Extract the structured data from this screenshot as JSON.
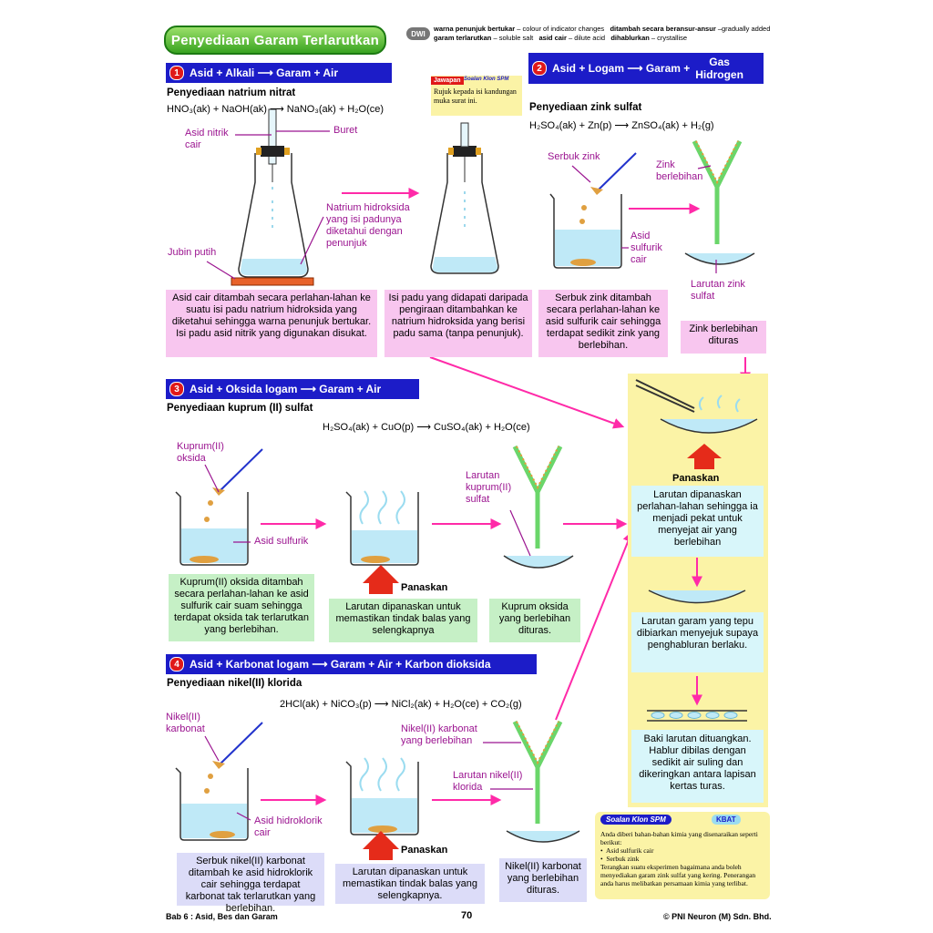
{
  "header": {
    "title": "Penyediaan Garam Terlarutkan",
    "dwi_badge": "DWI",
    "glossary_line1_bm1": "warna penunjuk bertukar",
    "glossary_line1_en1": " – colour of indicator changes",
    "glossary_line1_bm2": "ditambah secara beransur-ansur",
    "glossary_line1_en2": " –gradually added",
    "glossary_line2_bm1": "garam terlarutkan",
    "glossary_line2_en1": " – soluble salt",
    "glossary_line2_bm2": "asid cair",
    "glossary_line2_en2": " – dilute acid",
    "glossary_line2_bm3": "dihablurkan",
    "glossary_line2_en3": " – crystallise"
  },
  "section1": {
    "num": "1",
    "band": "Asid  +  Alkali  ⟶  Garam  +  Air",
    "heading": "Penyediaan natrium nitrat",
    "equation": "HNO₃(ak)   +   NaOH(ak)  ⟶  NaNO₃(ak)  +  H₂O(ce)",
    "label_acid": "Asid nitrik cair",
    "label_buret": "Buret",
    "label_tile": "Jubin putih",
    "label_naoh": "Natrium hidroksida yang isi padunya diketahui dengan penunjuk",
    "box1": "Asid cair ditambah secara perlahan-lahan ke suatu isi padu natrium hidroksida yang diketahui sehingga warna penunjuk bertukar. Isi padu asid nitrik yang digunakan disukat.",
    "box2": "Isi padu yang didapati daripada pengiraan ditambahkan ke natrium hidroksida yang berisi padu sama (tanpa penunjuk).",
    "jawapan_tag": "Jawapan",
    "jawapan_tag2": "Soalan Klon SPM",
    "jawapan_text": "Rujuk kepada isi kandungan muka surat ini."
  },
  "section2": {
    "num": "2",
    "band_left": "Asid  +  Logam  ⟶  Garam  +",
    "band_right1": "Gas",
    "band_right2": "Hidrogen",
    "heading": "Penyediaan zink sulfat",
    "equation": "H₂SO₄(ak)   +  Zn(p)  ⟶  ZnSO₄(ak)  +  H₂(g)",
    "label_zinc_powder": "Serbuk zink",
    "label_acid": "Asid sulfurik cair",
    "label_excess": "Zink berlebihan",
    "label_solution": "Larutan zink sulfat",
    "box1": "Serbuk zink ditambah secara perlahan-lahan ke asid sulfurik cair sehingga terdapat sedikit zink yang berlebihan.",
    "box2": "Zink berlebihan dituras"
  },
  "section3": {
    "num": "3",
    "band": "Asid  +  Oksida logam  ⟶  Garam  +  Air",
    "heading": "Penyediaan kuprum (II) sulfat",
    "equation": "H₂SO₄(ak)   +  CuO(p)  ⟶  CuSO₄(ak)  +  H₂O(ce)",
    "label_oxide": "Kuprum(II) oksida",
    "label_acid": "Asid sulfurik",
    "label_heat": "Panaskan",
    "label_solution": "Larutan kuprum(II) sulfat",
    "box1": "Kuprum(II) oksida ditambah secara perlahan-lahan ke asid sulfurik cair suam sehingga terdapat oksida tak terlarutkan yang berlebihan.",
    "box2": "Larutan dipanaskan untuk memastikan tindak balas yang selengkapnya",
    "box3": "Kuprum oksida yang berlebihan dituras."
  },
  "section4": {
    "num": "4",
    "band": "Asid  +  Karbonat logam  ⟶  Garam  +  Air  +  Karbon dioksida",
    "heading": "Penyediaan nikel(II) klorida",
    "equation": "2HCl(ak)   +  NiCO₃(p)  ⟶  NiCl₂(ak)  +  H₂O(ce)  +  CO₂(g)",
    "label_carbonate": "Nikel(II) karbonat",
    "label_acid": "Asid hidroklorik cair",
    "label_heat": "Panaskan",
    "label_excess": "Nikel(II) karbonat yang berlebihan",
    "label_solution": "Larutan nikel(II) klorida",
    "box1": "Serbuk nikel(II) karbonat ditambah ke asid hidroklorik cair sehingga terdapat karbonat tak terlarutkan yang berlebihan.",
    "box2": "Larutan dipanaskan untuk memastikan tindak balas yang selengkapnya.",
    "box3": "Nikel(II) karbonat yang berlebihan dituras."
  },
  "panel": {
    "label_heat": "Panaskan",
    "box1": "Larutan dipanaskan perlahan-lahan sehingga ia menjadi pekat untuk menyejat air yang berlebihan",
    "box2": "Larutan garam yang tepu dibiarkan menyejuk supaya penghabluran berlaku.",
    "box3": "Baki larutan dituangkan. Hablur dibilas dengan sedikit air suling dan dikeringkan antara lapisan kertas turas."
  },
  "klon": {
    "tag": "Soalan Klon SPM",
    "kbat": "KBAT",
    "intro": "Anda diberi bahan-bahan kimia yang disenaraikan seperti berikut:",
    "item1": "Asid sulfurik cair",
    "item2": "Serbuk zink",
    "question": "Terangkan suatu eksperimen bagaimana anda boleh menyediakan garam zink sulfat yang kering. Penerangan anda harus melibatkan persamaan kimia yang terlibat."
  },
  "footer": {
    "chapter": "Bab 6 : Asid, Bes dan Garam",
    "page": "70",
    "copyright": "© PNI Neuron (M) Sdn. Bhd."
  },
  "colors": {
    "band_blue": "#1c1cc8",
    "arrow_magenta": "#ff2aa8",
    "label_purple": "#9b1490",
    "water": "#bfe9f7",
    "panel_yellow": "#fbf3a6"
  }
}
